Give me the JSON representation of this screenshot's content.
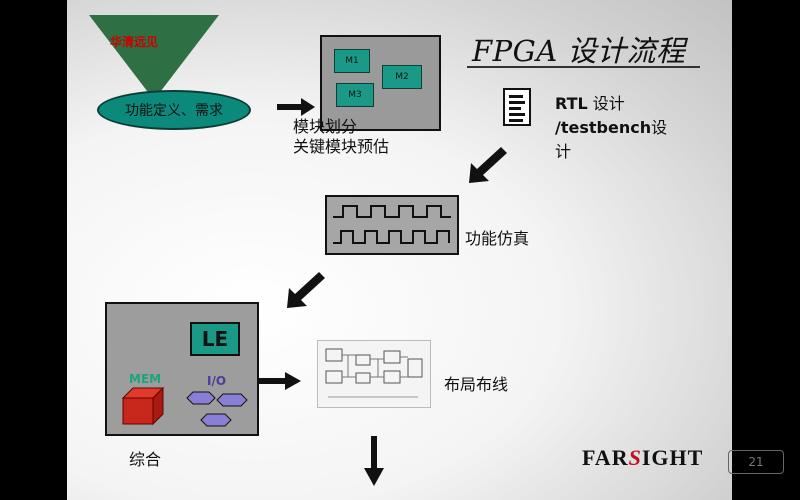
{
  "title": "FPGA 设计流程",
  "triangle_label": "华清远见",
  "oval_label": "功能定义、需求",
  "module_box": {
    "m1": "M1",
    "m2": "M2",
    "m3": "M3"
  },
  "module_caption": [
    "模块划分",
    "关键模块预估"
  ],
  "rtl": {
    "line1_bold": "RTL",
    "line1_rest": " 设计",
    "line2_bold": "/testbench",
    "line2_rest": "设",
    "line3": "计"
  },
  "sim_caption": "功能仿真",
  "synthesis": {
    "le": "LE",
    "mem": "MEM",
    "io": "I/O",
    "caption": "综合"
  },
  "place_route_caption": "布局布线",
  "logo": {
    "left": "FAR",
    "s": "S",
    "right": "IGHT"
  },
  "watermark": "21"
}
